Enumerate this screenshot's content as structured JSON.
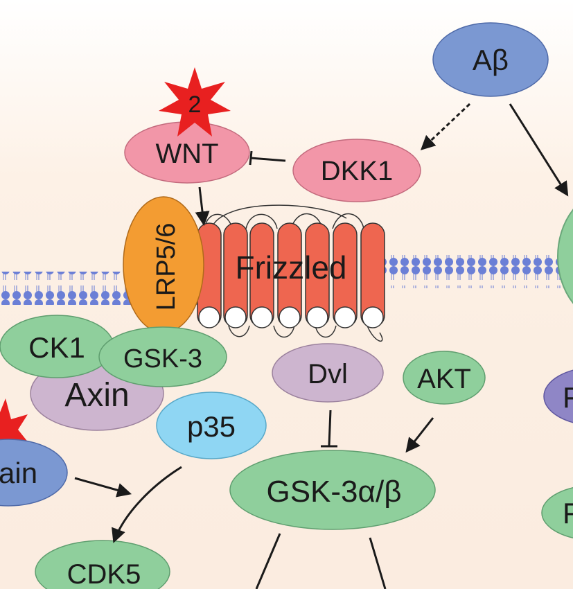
{
  "nodes": {
    "abeta": "Aβ",
    "wnt": "WNT",
    "dkk1": "DKK1",
    "lrp": "LRP5/6",
    "frizzled": "Frizzled",
    "ck1": "CK1",
    "gsk3_complex": "GSK-3",
    "axin": "Axin",
    "dvl": "Dvl",
    "akt": "AKT",
    "p35": "p35",
    "calpain": "ain",
    "gsk3ab": "GSK-3α/β",
    "cdk5": "CDK5",
    "right_f1": "F",
    "right_f2": "F"
  },
  "badges": {
    "wnt_star": "2"
  },
  "colors": {
    "green": "#8fcf9c",
    "pink": "#f296a8",
    "blue": "#7b98d2",
    "lavender": "#cdb5cf",
    "lightblue": "#8fd6f3",
    "orange": "#f39c32",
    "red_helix": "#ee6650",
    "membrane": "#6b7fd6",
    "star": "#e82020",
    "purple": "#8f86c6"
  }
}
